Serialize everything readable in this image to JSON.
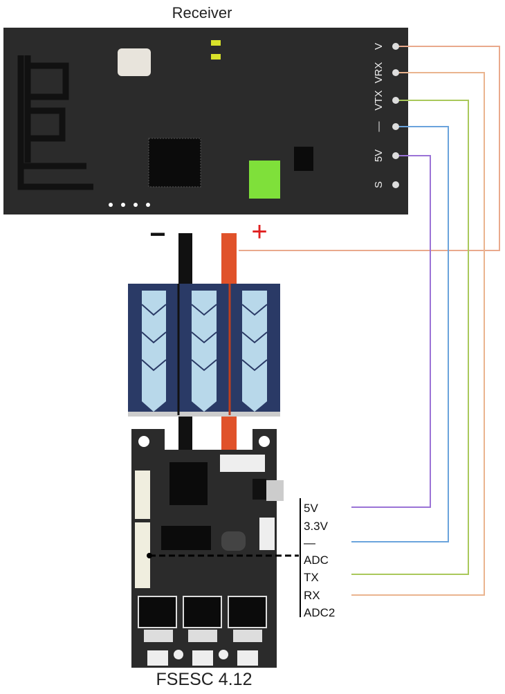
{
  "receiver": {
    "title": "Receiver",
    "pins": [
      "V",
      "VRX",
      "VTX",
      "—",
      "5V",
      "S"
    ]
  },
  "battery": {
    "minus_label": "−",
    "plus_label": "+"
  },
  "esc": {
    "title": "FSESC 4.12",
    "pins": [
      "5V",
      "3.3V",
      "—",
      "ADC",
      "TX",
      "RX",
      "ADC2"
    ]
  },
  "colors": {
    "v_wire": "#e9a98c",
    "vrx_wire": "#eab48e",
    "vtx_wire": "#a9c85a",
    "gnd_wire": "#6aa3dc",
    "fivev_wire": "#9a72d6",
    "board": "#2b2b2b",
    "positive": "#e0522a",
    "negative": "#111111"
  }
}
